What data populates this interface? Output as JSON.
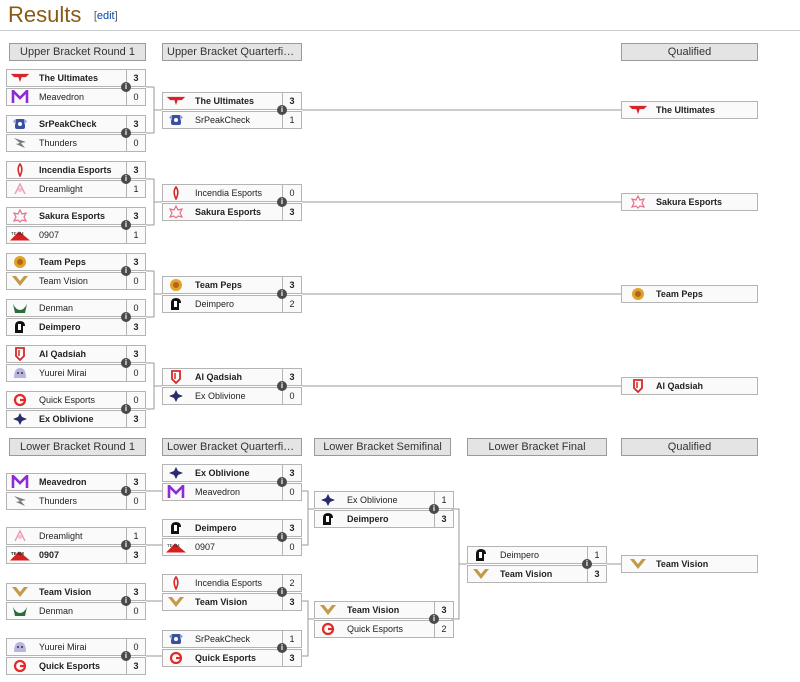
{
  "page": {
    "title": "Results",
    "edit_label": "edit",
    "open_bracket": "[",
    "close_bracket": "]"
  },
  "colors": {
    "header_bg": "#e4e4e4",
    "link": "#0645ad",
    "title": "#8a5a14"
  },
  "upper": {
    "headers": {
      "r1": "Upper Bracket Round 1",
      "qf": "Upper Bracket Quarterfinals",
      "qualified": "Qualified"
    },
    "r1": [
      {
        "t1": {
          "name": "The Ultimates",
          "score": "3",
          "logo": "ultimates-logo"
        },
        "t2": {
          "name": "Meavedron",
          "score": "0",
          "logo": "meavedron-logo"
        },
        "winner": 1
      },
      {
        "t1": {
          "name": "SrPeakCheck",
          "score": "3",
          "logo": "srpeakcheck-logo"
        },
        "t2": {
          "name": "Thunders",
          "score": "0",
          "logo": "thunders-logo"
        },
        "winner": 1
      },
      {
        "t1": {
          "name": "Incendia Esports",
          "score": "3",
          "logo": "incendia-logo"
        },
        "t2": {
          "name": "Dreamlight",
          "score": "1",
          "logo": "dreamlight-logo"
        },
        "winner": 1
      },
      {
        "t1": {
          "name": "Sakura Esports",
          "score": "3",
          "logo": "sakura-logo"
        },
        "t2": {
          "name": "0907",
          "score": "1",
          "logo": "0907-logo"
        },
        "winner": 1
      },
      {
        "t1": {
          "name": "Team Peps",
          "score": "3",
          "logo": "peps-logo"
        },
        "t2": {
          "name": "Team Vision",
          "score": "0",
          "logo": "vision-logo"
        },
        "winner": 1
      },
      {
        "t1": {
          "name": "Denman",
          "score": "0",
          "logo": "denman-logo"
        },
        "t2": {
          "name": "Deimpero",
          "score": "3",
          "logo": "deimpero-logo"
        },
        "winner": 2
      },
      {
        "t1": {
          "name": "Al Qadsiah",
          "score": "3",
          "logo": "alqadsiah-logo"
        },
        "t2": {
          "name": "Yuurei Mirai",
          "score": "0",
          "logo": "yuurei-logo"
        },
        "winner": 1
      },
      {
        "t1": {
          "name": "Quick Esports",
          "score": "0",
          "logo": "quick-logo"
        },
        "t2": {
          "name": "Ex Oblivione",
          "score": "3",
          "logo": "exoblivione-logo"
        },
        "winner": 2
      }
    ],
    "qf": [
      {
        "t1": {
          "name": "The Ultimates",
          "score": "3",
          "logo": "ultimates-logo"
        },
        "t2": {
          "name": "SrPeakCheck",
          "score": "1",
          "logo": "srpeakcheck-logo"
        },
        "winner": 1
      },
      {
        "t1": {
          "name": "Incendia Esports",
          "score": "0",
          "logo": "incendia-logo"
        },
        "t2": {
          "name": "Sakura Esports",
          "score": "3",
          "logo": "sakura-logo"
        },
        "winner": 2
      },
      {
        "t1": {
          "name": "Team Peps",
          "score": "3",
          "logo": "peps-logo"
        },
        "t2": {
          "name": "Deimpero",
          "score": "2",
          "logo": "deimpero-logo"
        },
        "winner": 1
      },
      {
        "t1": {
          "name": "Al Qadsiah",
          "score": "3",
          "logo": "alqadsiah-logo"
        },
        "t2": {
          "name": "Ex Oblivione",
          "score": "0",
          "logo": "exoblivione-logo"
        },
        "winner": 1
      }
    ],
    "qualified": [
      {
        "name": "The Ultimates",
        "logo": "ultimates-logo"
      },
      {
        "name": "Sakura Esports",
        "logo": "sakura-logo"
      },
      {
        "name": "Team Peps",
        "logo": "peps-logo"
      },
      {
        "name": "Al Qadsiah",
        "logo": "alqadsiah-logo"
      }
    ]
  },
  "lower": {
    "headers": {
      "r1": "Lower Bracket Round 1",
      "qf": "Lower Bracket Quarterfinals",
      "sf": "Lower Bracket Semifinal",
      "final": "Lower Bracket Final",
      "qualified": "Qualified"
    },
    "r1": [
      {
        "t1": {
          "name": "Meavedron",
          "score": "3",
          "logo": "meavedron-logo"
        },
        "t2": {
          "name": "Thunders",
          "score": "0",
          "logo": "thunders-logo"
        },
        "winner": 1
      },
      {
        "t1": {
          "name": "Dreamlight",
          "score": "1",
          "logo": "dreamlight-logo"
        },
        "t2": {
          "name": "0907",
          "score": "3",
          "logo": "0907-logo"
        },
        "winner": 2
      },
      {
        "t1": {
          "name": "Team Vision",
          "score": "3",
          "logo": "vision-logo"
        },
        "t2": {
          "name": "Denman",
          "score": "0",
          "logo": "denman-logo"
        },
        "winner": 1
      },
      {
        "t1": {
          "name": "Yuurei Mirai",
          "score": "0",
          "logo": "yuurei-logo"
        },
        "t2": {
          "name": "Quick Esports",
          "score": "3",
          "logo": "quick-logo"
        },
        "winner": 2
      }
    ],
    "qf": [
      {
        "t1": {
          "name": "Ex Oblivione",
          "score": "3",
          "logo": "exoblivione-logo"
        },
        "t2": {
          "name": "Meavedron",
          "score": "0",
          "logo": "meavedron-logo"
        },
        "winner": 1
      },
      {
        "t1": {
          "name": "Deimpero",
          "score": "3",
          "logo": "deimpero-logo"
        },
        "t2": {
          "name": "0907",
          "score": "0",
          "logo": "0907-logo"
        },
        "winner": 1
      },
      {
        "t1": {
          "name": "Incendia Esports",
          "score": "2",
          "logo": "incendia-logo"
        },
        "t2": {
          "name": "Team Vision",
          "score": "3",
          "logo": "vision-logo"
        },
        "winner": 2
      },
      {
        "t1": {
          "name": "SrPeakCheck",
          "score": "1",
          "logo": "srpeakcheck-logo"
        },
        "t2": {
          "name": "Quick Esports",
          "score": "3",
          "logo": "quick-logo"
        },
        "winner": 2
      }
    ],
    "sf": [
      {
        "t1": {
          "name": "Ex Oblivione",
          "score": "1",
          "logo": "exoblivione-logo"
        },
        "t2": {
          "name": "Deimpero",
          "score": "3",
          "logo": "deimpero-logo"
        },
        "winner": 2
      },
      {
        "t1": {
          "name": "Team Vision",
          "score": "3",
          "logo": "vision-logo"
        },
        "t2": {
          "name": "Quick Esports",
          "score": "2",
          "logo": "quick-logo"
        },
        "winner": 1
      }
    ],
    "final": [
      {
        "t1": {
          "name": "Deimpero",
          "score": "1",
          "logo": "deimpero-logo"
        },
        "t2": {
          "name": "Team Vision",
          "score": "3",
          "logo": "vision-logo"
        },
        "winner": 2
      }
    ],
    "qualified": [
      {
        "name": "Team Vision",
        "logo": "vision-logo"
      }
    ]
  }
}
